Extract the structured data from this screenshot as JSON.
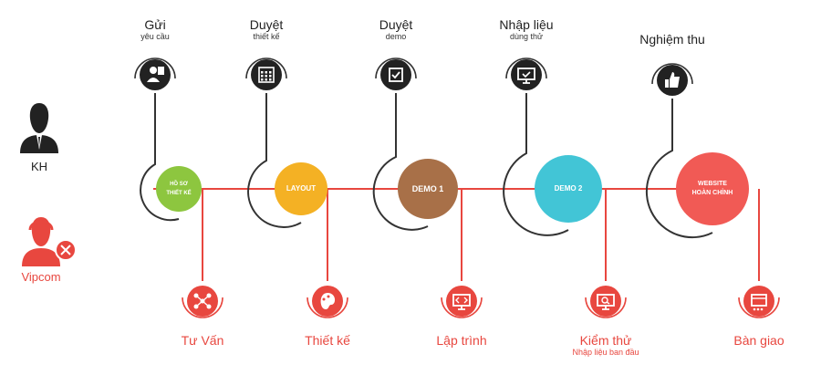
{
  "actors": {
    "customer_label": "KH",
    "provider_label": "Vipcom",
    "provider_color": "#e8473f",
    "customer_color": "#222222"
  },
  "colors": {
    "line": "#e8473f",
    "top_icon_bg": "#222222",
    "bottom_icon_bg": "#e8473f"
  },
  "customer_steps": [
    {
      "title": "Gửi",
      "subtitle": "yêu cầu",
      "icon": "person-document-icon"
    },
    {
      "title": "Duyệt",
      "subtitle": "thiết kế",
      "icon": "calendar-grid-icon"
    },
    {
      "title": "Duyệt",
      "subtitle": "demo",
      "icon": "checkbox-icon"
    },
    {
      "title": "Nhập liệu",
      "subtitle": "dùng thử",
      "icon": "monitor-check-icon"
    },
    {
      "title": "Nghiệm thu",
      "subtitle": "",
      "icon": "thumbs-up-icon"
    }
  ],
  "milestones": [
    {
      "label_line1": "HỒ SƠ",
      "label_line2": "THIẾT KẾ",
      "color": "#8dc63f"
    },
    {
      "label_line1": "LAYOUT",
      "label_line2": "",
      "color": "#f4b124"
    },
    {
      "label_line1": "DEMO 1",
      "label_line2": "",
      "color": "#a87048"
    },
    {
      "label_line1": "DEMO 2",
      "label_line2": "",
      "color": "#42c5d6"
    },
    {
      "label_line1": "WEBSITE",
      "label_line2": "HOÀN CHỈNH",
      "color": "#f15a55"
    }
  ],
  "provider_steps": [
    {
      "title": "Tư Vấn",
      "subtitle": "",
      "icon": "network-icon"
    },
    {
      "title": "Thiết kế",
      "subtitle": "",
      "icon": "palette-icon"
    },
    {
      "title": "Lập trình",
      "subtitle": "",
      "icon": "code-monitor-icon"
    },
    {
      "title": "Kiểm thử",
      "subtitle": "Nhập liệu ban đầu",
      "icon": "monitor-search-icon"
    },
    {
      "title": "Bàn giao",
      "subtitle": "",
      "icon": "package-icon"
    }
  ]
}
